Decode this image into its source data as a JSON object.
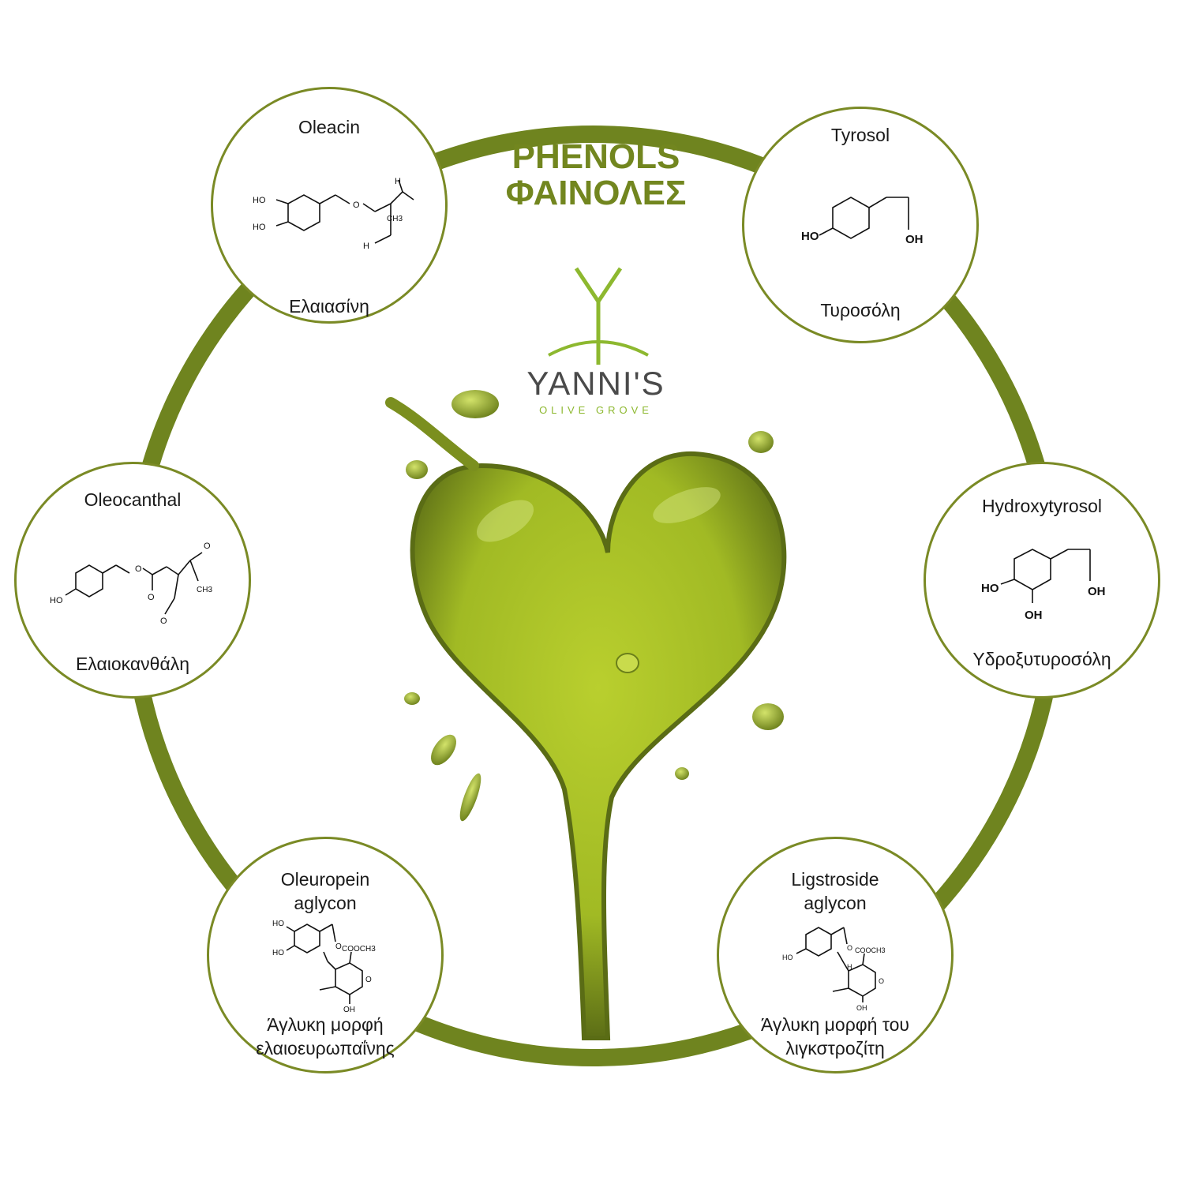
{
  "title": {
    "line1": "PHENOLS",
    "line2": "ΦΑΙΝΟΛΕΣ"
  },
  "logo": {
    "name": "YANNI'S",
    "tagline": "OLIVE GROVE"
  },
  "colors": {
    "ring": "#6f841f",
    "title": "#72861f",
    "oil": "#a8c12a",
    "logo_sub": "#8db82f"
  },
  "compounds": [
    {
      "id": "oleacin",
      "en": "Oleacin",
      "gr": "Ελαιασίνη"
    },
    {
      "id": "tyrosol",
      "en": "Tyrosol",
      "gr": "Τυροσόλη"
    },
    {
      "id": "oleocanthal",
      "en": "Oleocanthal",
      "gr": "Ελαιοκανθάλη"
    },
    {
      "id": "hydroxytyrosol",
      "en": "Hydroxytyrosol",
      "gr": "Υδροξυτυροσόλη"
    },
    {
      "id": "oleuropein-aglycon",
      "en": "Oleuropein\naglycon",
      "gr": "Άγλυκη μορφή\nελαιοευρωπαΐνης"
    },
    {
      "id": "ligstroside-aglycon",
      "en": "Ligstroside\naglycon",
      "gr": "Άγλυκη μορφή του\nλιγκστροζίτη"
    }
  ],
  "chem_labels": {
    "ho": "HO",
    "oh": "OH",
    "h": "H",
    "o": "O",
    "ch3": "CH3",
    "cooch3": "COOCH3"
  }
}
